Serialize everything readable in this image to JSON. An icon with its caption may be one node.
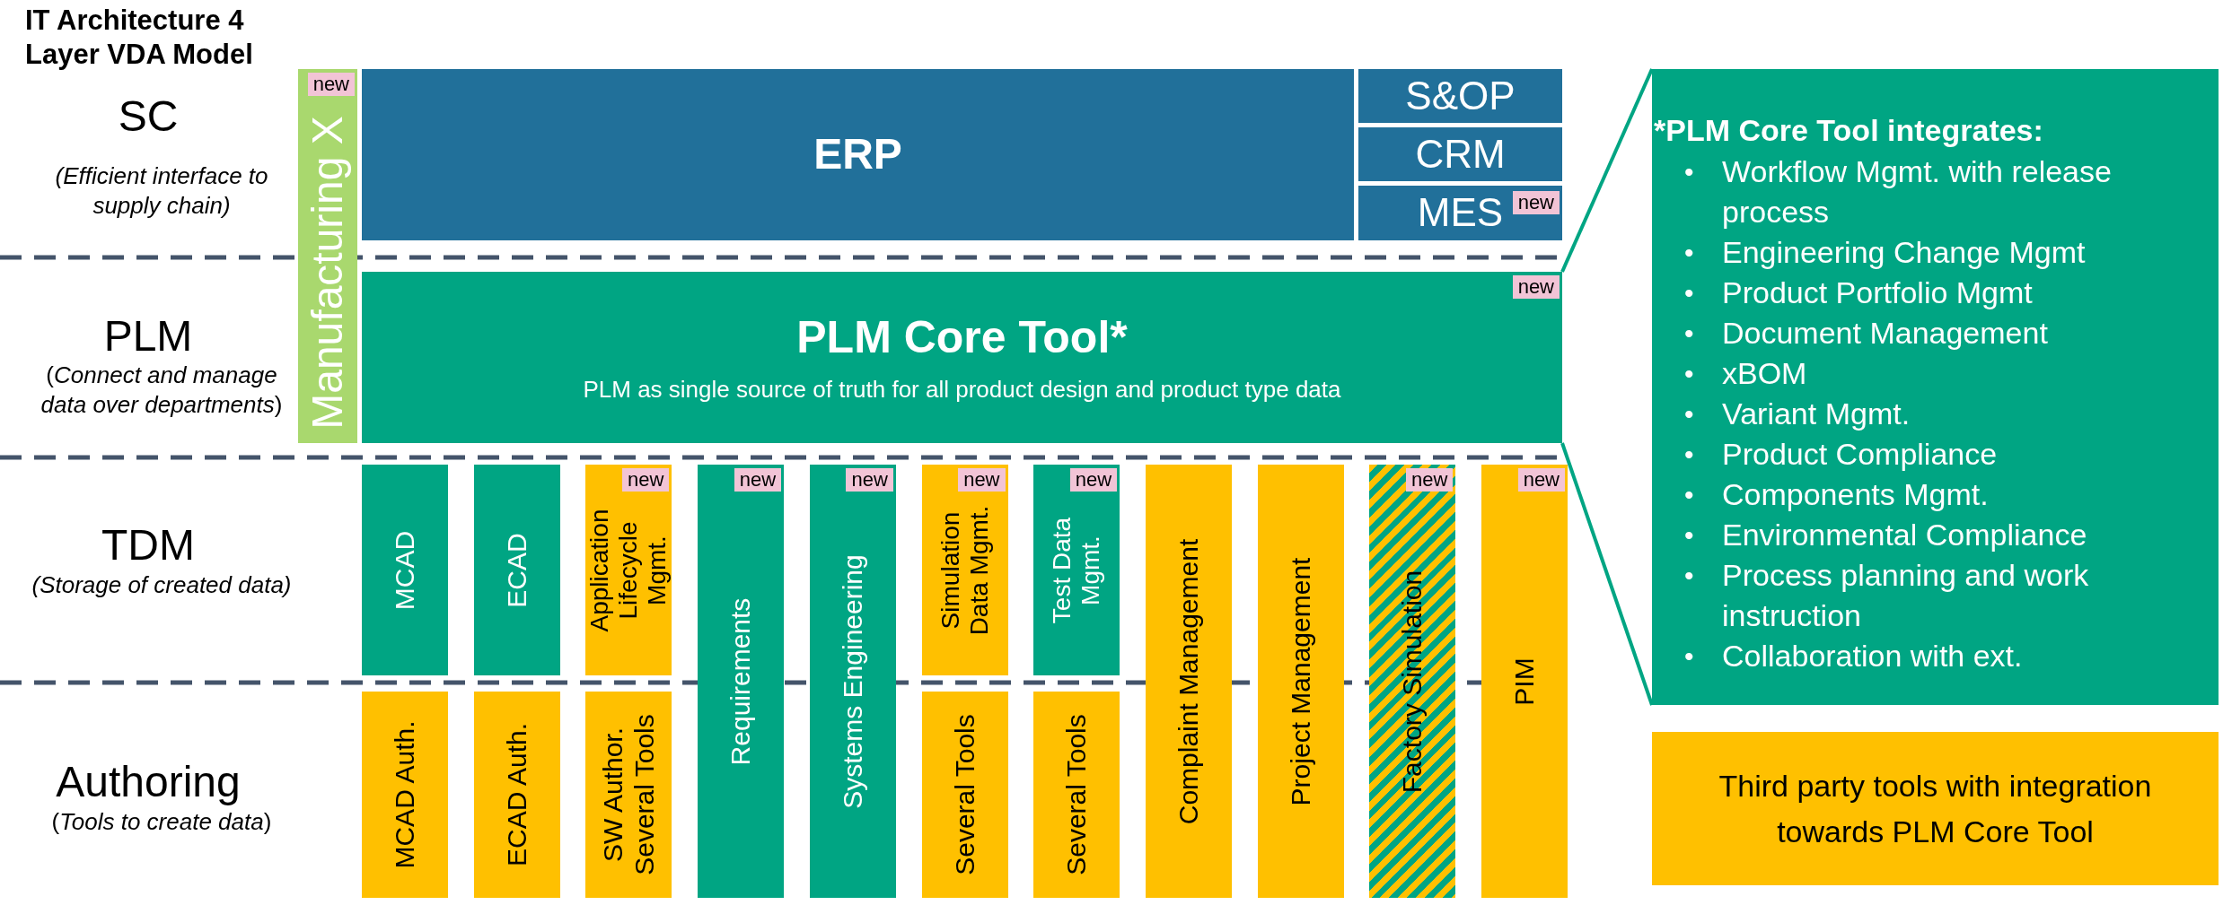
{
  "diagram": {
    "title": "IT Architecture 4 Layer VDA Model",
    "nodes": [
      {
        "text": [
          "Manufacturing X",
          "new"
        ]
      },
      {
        "text": [
          "ERP"
        ]
      },
      {
        "text": [
          "S&OP"
        ]
      },
      {
        "text": [
          "CRM"
        ]
      },
      {
        "text": [
          "MES",
          "new"
        ]
      },
      {
        "text": [
          "PLM Core Tool*",
          "PLM as single source of truth for all product design and product type data",
          "new"
        ]
      },
      {
        "text": [
          "*PLM Core Tool integrates:",
          "•",
          "Workflow Mgmt. with release process",
          "•",
          "Engineering Change Mgmt",
          "•",
          "Product Portfolio Mgmt",
          "•",
          "Document Management",
          "•",
          "xBOM",
          "•",
          "Variant Mgmt.",
          "•",
          "Product Compliance",
          "•",
          "Components Mgmt.",
          "•",
          "Environmental Compliance",
          "•",
          "Process planning and work instruction",
          "•",
          "Collaboration with ext."
        ]
      },
      {
        "text": [
          "MCAD"
        ]
      },
      {
        "text": [
          "ECAD"
        ]
      },
      {
        "text": [
          "Application Lifecycle Mgmt.",
          "new"
        ]
      },
      {
        "text": [
          "Requirements",
          "new"
        ]
      },
      {
        "text": [
          "Systems Engineering",
          "new"
        ]
      },
      {
        "text": [
          "Simulation Data Mgmt.",
          "new"
        ]
      },
      {
        "text": [
          "Test Data Mgmt.",
          "new"
        ]
      },
      {
        "text": [
          "Complaint Management"
        ]
      },
      {
        "text": [
          "Project Management"
        ]
      },
      {
        "text": [
          "Factory Simulation",
          "new"
        ]
      },
      {
        "text": [
          "PIM",
          "new"
        ]
      },
      {
        "text": [
          "MCAD Auth."
        ]
      },
      {
        "text": [
          "ECAD Auth."
        ]
      },
      {
        "text": [
          "SW Author. Several Tools"
        ]
      },
      {
        "text": [
          "Several Tools"
        ]
      },
      {
        "text": [
          "Several Tools"
        ]
      },
      {
        "text": [
          "Third party tools with integration towards PLM Core Tool"
        ]
      }
    ],
    "edges": [
      {
        "from": 5,
        "to": 6,
        "arrow": "none"
      },
      {
        "from": 5,
        "to": 6,
        "arrow": "none"
      }
    ],
    "labels": [
      "SC",
      "(Efficient interface to supply chain)",
      "PLM",
      "(*Connect and manage data over departments*)",
      "TDM",
      "(Storage of created data)",
      "Authoring",
      "(*Tools to create data*)"
    ]
  }
}
